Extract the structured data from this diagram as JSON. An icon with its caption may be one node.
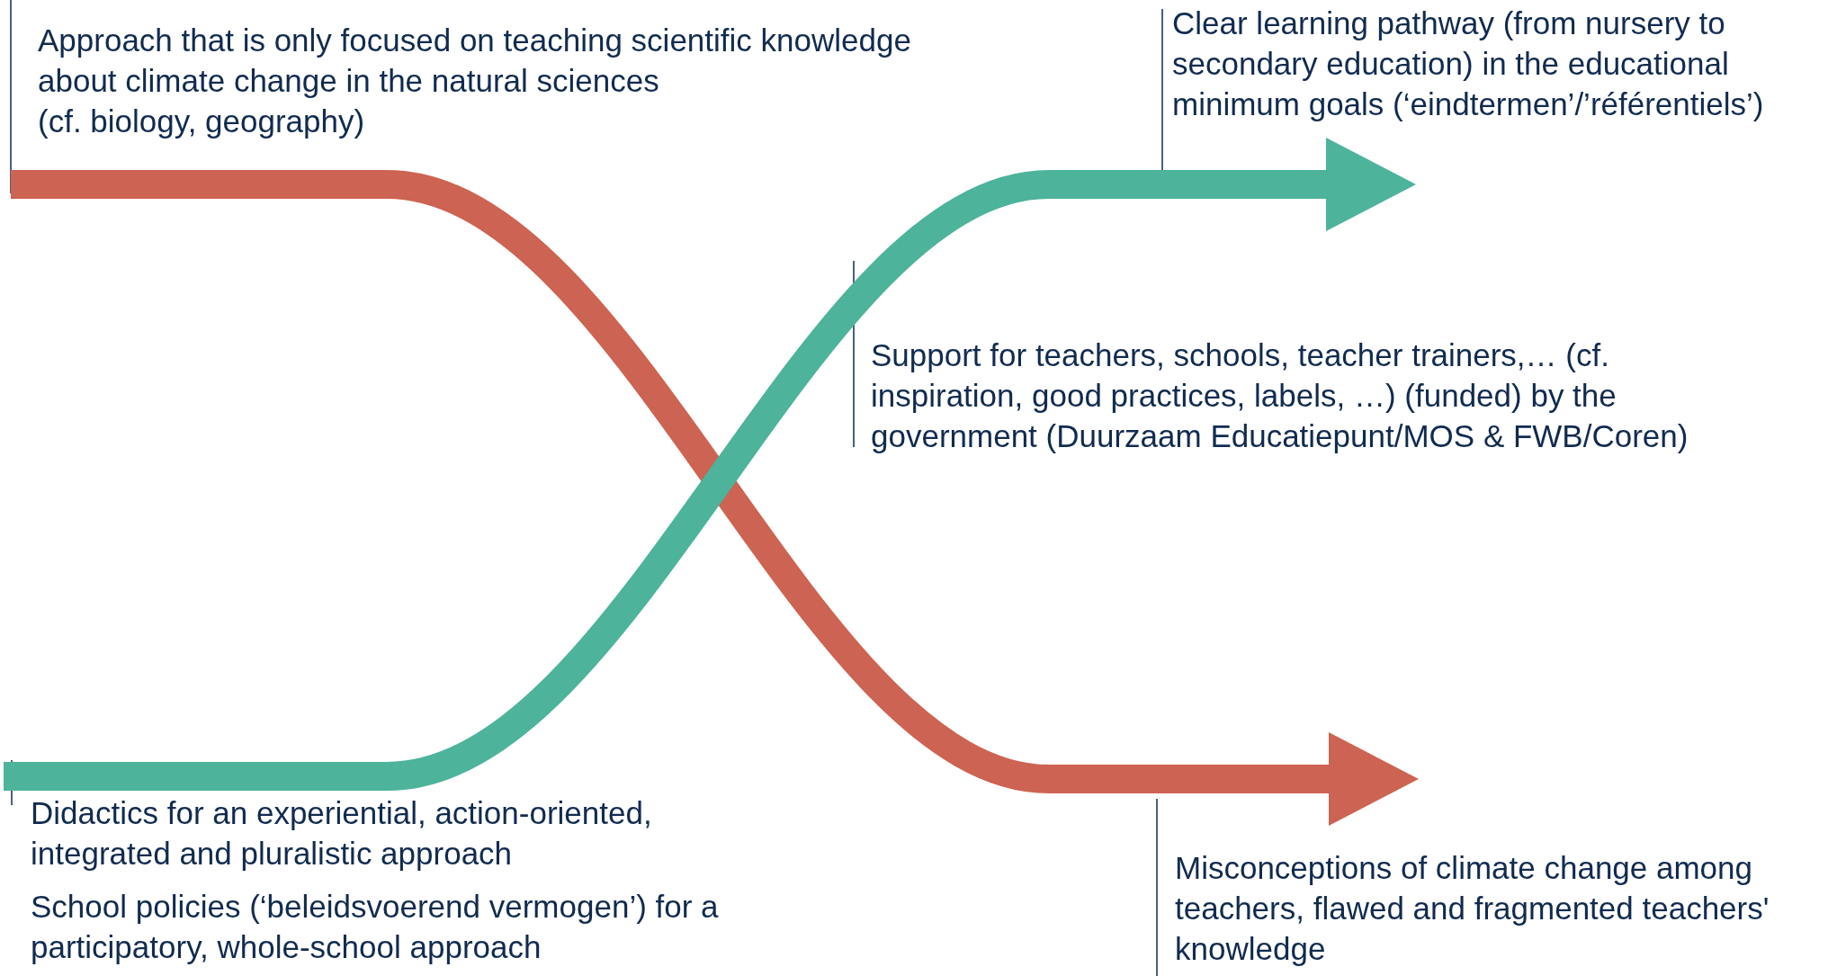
{
  "diagram": {
    "nodes": [
      {
        "text": [
          "Approach that is only focused on teaching scientific knowledge about climate change in the natural sciences",
          "(cf. biology, geography)"
        ]
      },
      {
        "text": [
          "Clear learning pathway (from nursery to secondary education) in the educational minimum goals (‘eindtermen’/’référentiels’)"
        ]
      },
      {
        "text": [
          "Didactics for an experiential, action-oriented, integrated and pluralistic approach"
        ]
      },
      {
        "text": [
          "Misconceptions of climate change among teachers, flawed and fragmented teachers' knowledge"
        ]
      }
    ],
    "edges": [
      {
        "from": 0,
        "to": 3,
        "arrow": "to",
        "color": "#cd6352"
      },
      {
        "from": 2,
        "to": 1,
        "arrow": "to",
        "color": "#4db39b"
      }
    ],
    "labels": [
      "Support for teachers, schools, teacher trainers,… (cf. inspiration, good practices, labels, …) (funded) by the government (Duurzaam Educatiepunt/MOS & FWB/Coren)",
      "School policies (‘beleidsvoerend vermogen’) for a participatory, whole-school approach"
    ]
  }
}
